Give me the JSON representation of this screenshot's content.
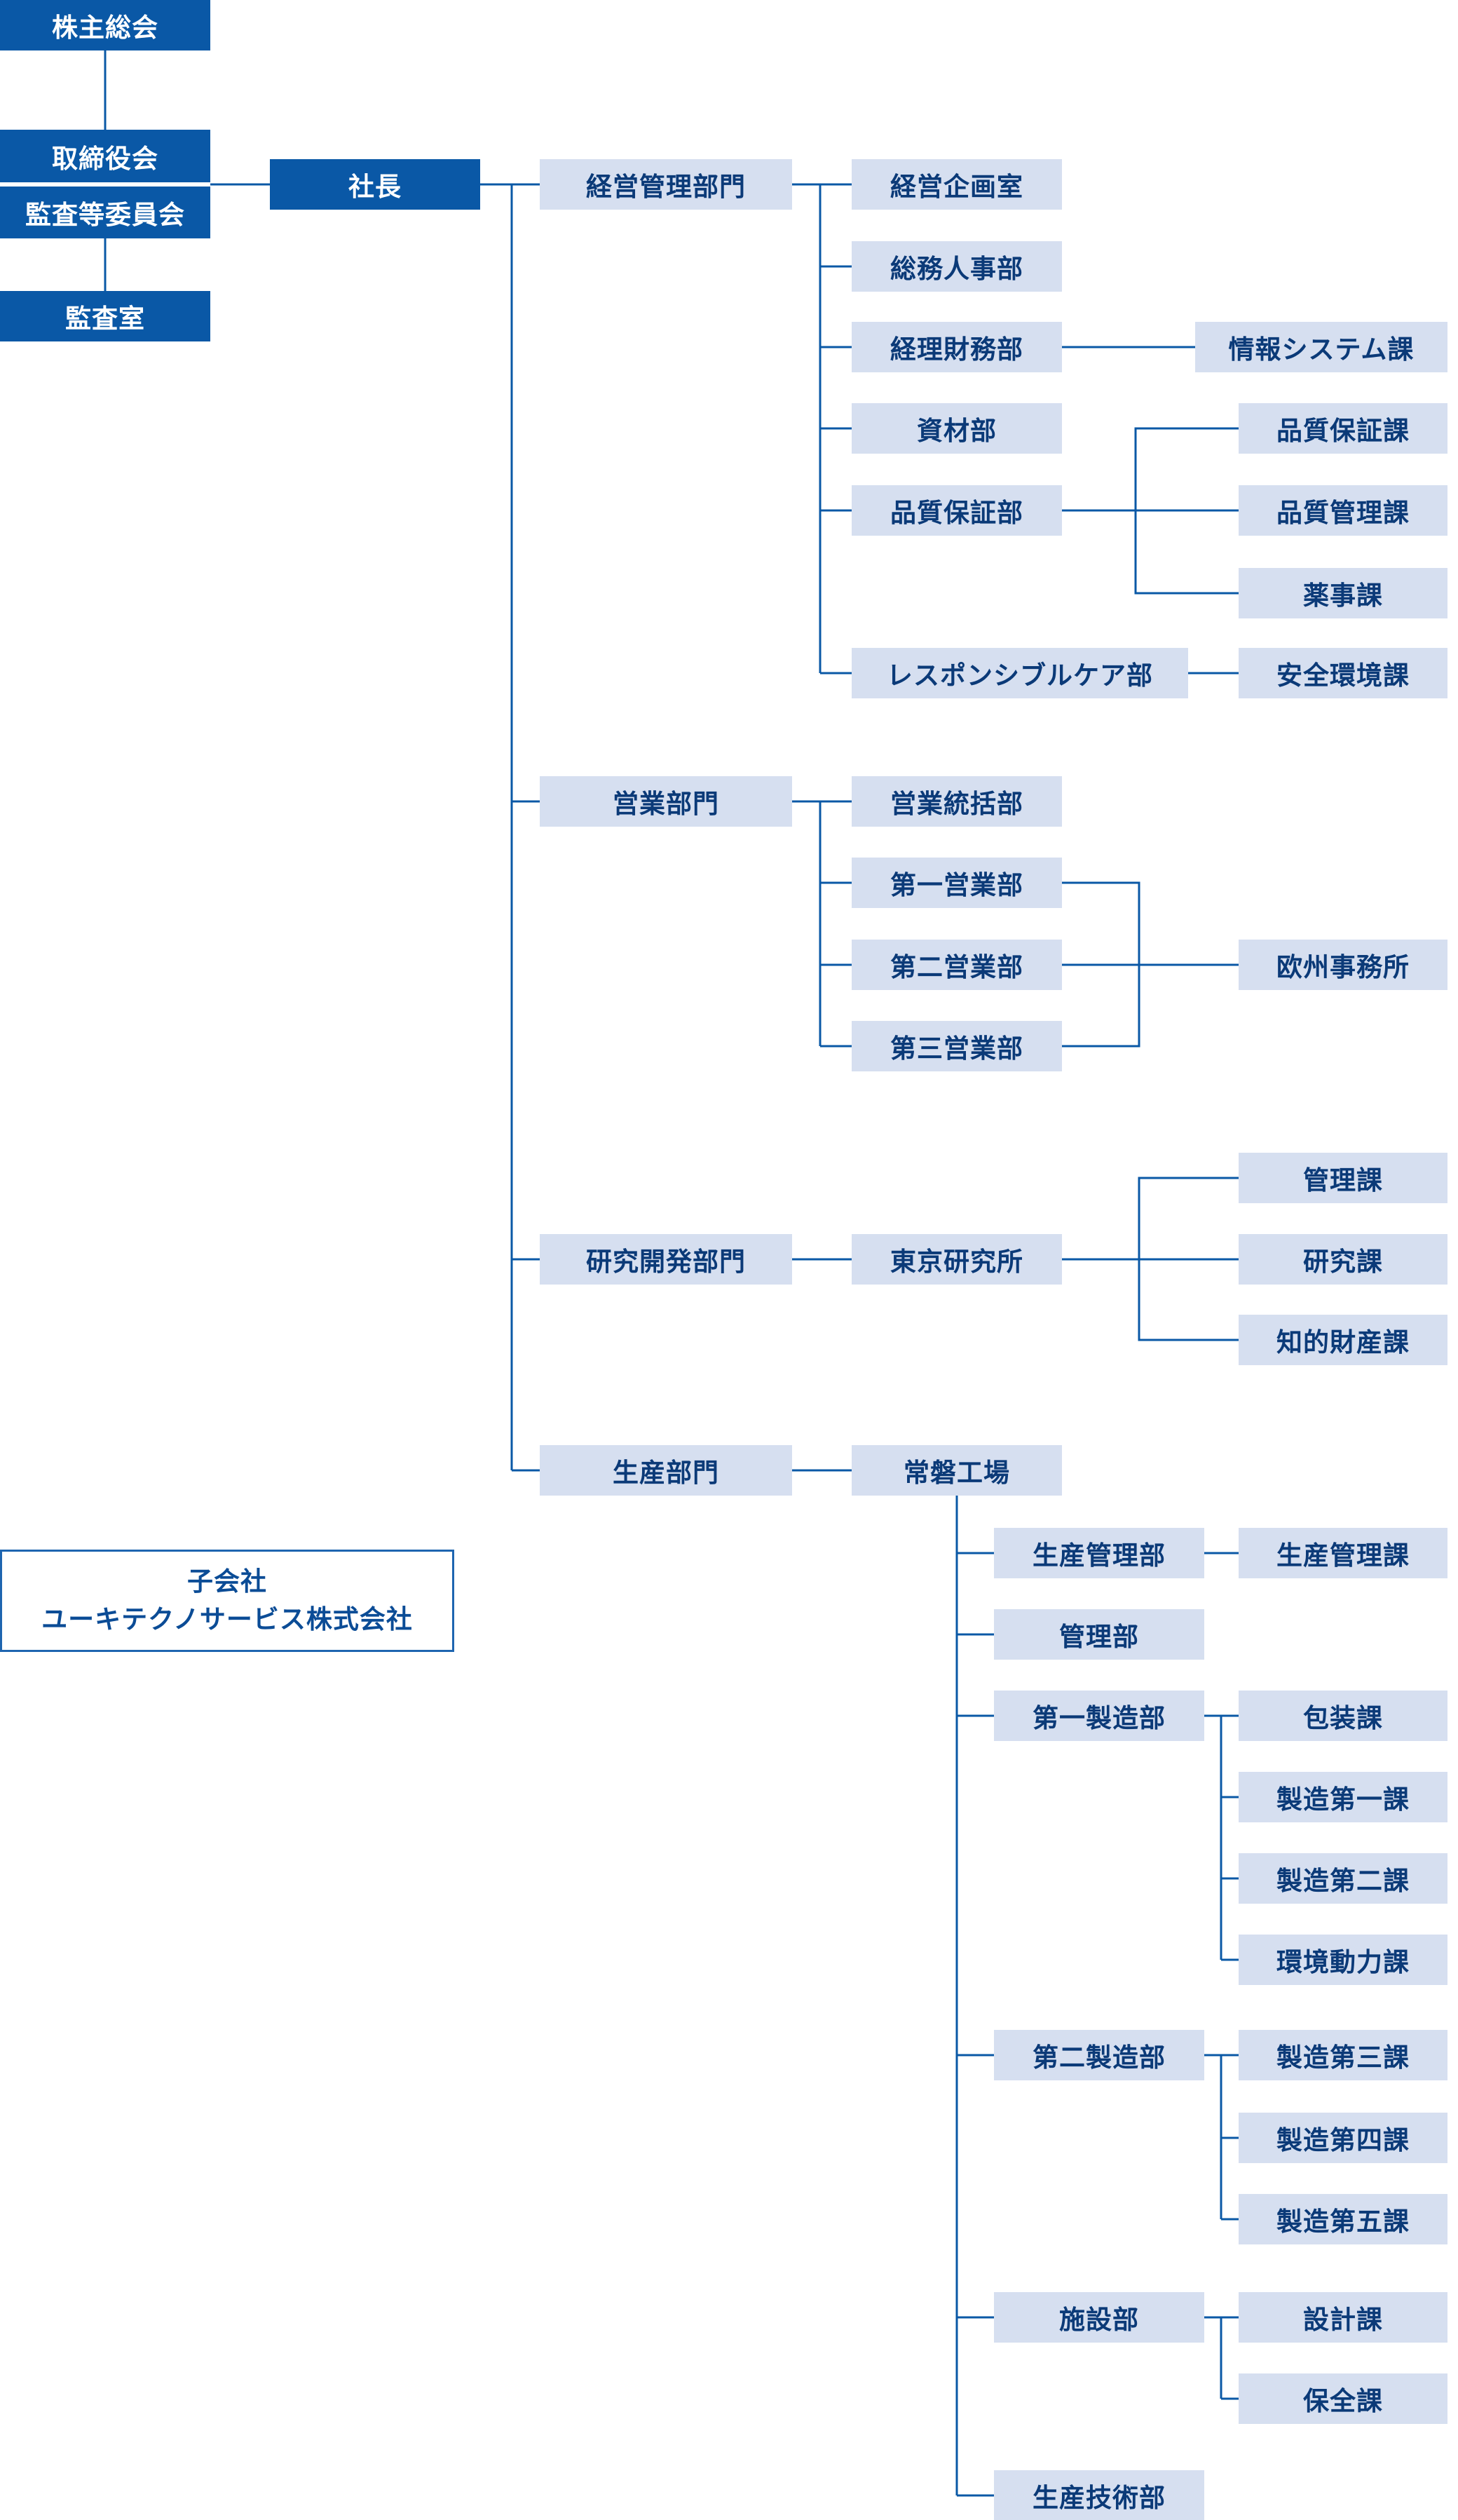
{
  "governance": {
    "shareholders": "株主総会",
    "board_line1": "取締役会",
    "board_line2": "監査等委員会",
    "audit_office": "監査室",
    "president": "社長"
  },
  "divisions": {
    "management": {
      "label": "経営管理部門",
      "corporate_planning": "経営企画室",
      "general_affairs_hr": "総務人事部",
      "accounting_finance": "経理財務部",
      "info_systems": "情報システム課",
      "materials": "資材部",
      "quality_assurance_dept": "品質保証部",
      "quality_assurance_sec": "品質保証課",
      "quality_control_sec": "品質管理課",
      "regulatory_affairs_sec": "薬事課",
      "responsible_care": "レスポンシブルケア部",
      "safety_environment": "安全環境課"
    },
    "sales": {
      "label": "営業部門",
      "sales_general": "営業統括部",
      "sales1": "第一営業部",
      "sales2": "第二営業部",
      "sales3": "第三営業部",
      "europe_office": "欧州事務所"
    },
    "rnd": {
      "label": "研究開発部門",
      "tokyo_lab": "東京研究所",
      "admin_sec": "管理課",
      "research_sec": "研究課",
      "ip_sec": "知的財産課"
    },
    "production": {
      "label": "生産部門",
      "plant": "常磐工場",
      "prod_mgmt_dept": "生産管理部",
      "prod_mgmt_sec": "生産管理課",
      "admin_dept": "管理部",
      "mfg1_dept": "第一製造部",
      "packaging_sec": "包装課",
      "mfg_sec1": "製造第一課",
      "mfg_sec2": "製造第二課",
      "utilities_sec": "環境動力課",
      "mfg2_dept": "第二製造部",
      "mfg_sec3": "製造第三課",
      "mfg_sec4": "製造第四課",
      "mfg_sec5": "製造第五課",
      "facilities_dept": "施設部",
      "design_sec": "設計課",
      "maintenance_sec": "保全課",
      "prod_tech_dept": "生産技術部"
    }
  },
  "subsidiary": {
    "heading": "子会社",
    "name": "ユーキテクノサービス株式会社"
  },
  "colors": {
    "dark_box": "#0a58a6",
    "light_box": "#d6dff0",
    "line": "#0a58a6"
  }
}
